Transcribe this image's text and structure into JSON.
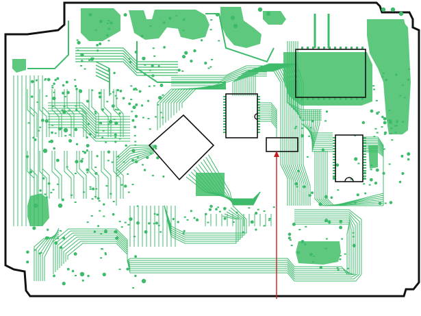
{
  "diagram": {
    "kind": "pcb-layout",
    "colors": {
      "board_outline": "#111111",
      "trace": "#3dbb6b",
      "copper_fill": "#5fc87f",
      "component_outline": "#111111",
      "callout_pointer": "#c41f1f",
      "background": "#ffffff"
    },
    "components": [
      {
        "name": "top-right-ic",
        "outline": "rectangle"
      },
      {
        "name": "center-rotated-ic",
        "outline": "diamond"
      },
      {
        "name": "center-upper-ic",
        "outline": "rectangle"
      },
      {
        "name": "callout-target-part",
        "outline": "rectangle"
      },
      {
        "name": "right-connector",
        "outline": "rectangle"
      }
    ],
    "callout": {
      "target": "callout-target-part",
      "label": ""
    }
  }
}
